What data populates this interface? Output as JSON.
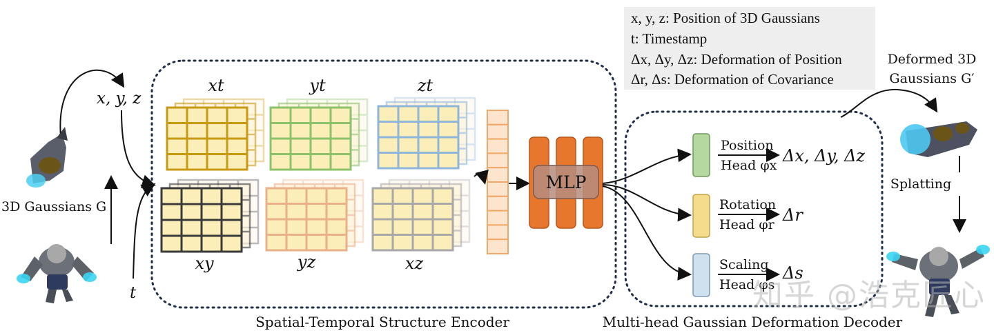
{
  "legend": {
    "line1": "x, y, z: Position of 3D Gaussians",
    "line2": "t: Timestamp",
    "line3": "Δx, Δy, Δz: Deformation of Position",
    "line4": "Δr, Δs: Deformation of Covariance"
  },
  "inputs": {
    "xyz": "x, y, z",
    "t": "t",
    "gaussians": "3D Gaussians G"
  },
  "encoder": {
    "title": "Spatial-Temporal Structure Encoder",
    "planes": {
      "xt": "xt",
      "yt": "yt",
      "zt": "zt",
      "xy": "xy",
      "yz": "yz",
      "xz": "xz"
    },
    "mlp": "MLP"
  },
  "decoder": {
    "title": "Multi-head Gaussian Deformation Decoder",
    "heads": [
      {
        "name": "Position",
        "head": "Head φx",
        "output": "Δx, Δy, Δz"
      },
      {
        "name": "Rotation",
        "head": "Head φr",
        "output": "Δr"
      },
      {
        "name": "Scaling",
        "head": "Head φs",
        "output": "Δs"
      }
    ]
  },
  "output": {
    "deformed_line1": "Deformed 3D",
    "deformed_line2": "Gaussians G′",
    "splatting": "Splatting"
  },
  "watermark": "知乎 @浩克匠心",
  "colors": {
    "xt": "#c89a14",
    "yt": "#8cc26a",
    "zt": "#8fb6d8",
    "xy": "#3a3a3a",
    "yz": "#eab08a",
    "xz": "#a8a8a8",
    "vector": "#f0a868",
    "mlp": "#e8772e",
    "head_position": "#b5d7a0",
    "head_rotation": "#f5dc8c",
    "head_scaling": "#cfe0ef"
  }
}
